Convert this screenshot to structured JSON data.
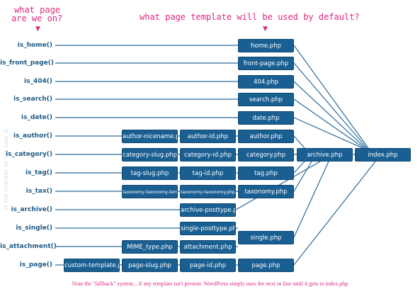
{
  "headers": {
    "left_line1": "what page",
    "left_line2": "are we on?",
    "center": "what page template will be used by default?"
  },
  "side_note": "IF THE CONTENT OF THE PAGE IS...",
  "footer_note": "Note the \"fallback\" system... if any template isn't present. WordPress simply uses the next in line until it gets to index.php",
  "conditions": [
    {
      "id": "home",
      "label": "is_home()"
    },
    {
      "id": "front-page",
      "label": "is_front_page()"
    },
    {
      "id": "404",
      "label": "is_404()"
    },
    {
      "id": "search",
      "label": "is_search()"
    },
    {
      "id": "date",
      "label": "is_date()"
    },
    {
      "id": "author",
      "label": "is_author()"
    },
    {
      "id": "category",
      "label": "is_category()"
    },
    {
      "id": "tag",
      "label": "is_tag()"
    },
    {
      "id": "tax",
      "label": "is_tax()"
    },
    {
      "id": "archive",
      "label": "is_archive()"
    },
    {
      "id": "single",
      "label": "is_single()"
    },
    {
      "id": "attachment",
      "label": "is_attachment()"
    },
    {
      "id": "page",
      "label": "is_page()"
    }
  ],
  "templates": [
    {
      "id": "home-php",
      "label": "home.php"
    },
    {
      "id": "front-page-php",
      "label": "front-page.php"
    },
    {
      "id": "404-php",
      "label": "404.php"
    },
    {
      "id": "search-php",
      "label": "search.php"
    },
    {
      "id": "date-php",
      "label": "date.php"
    },
    {
      "id": "author-nicename-php",
      "label": "author-nicename.php"
    },
    {
      "id": "author-id-php",
      "label": "author-id.php"
    },
    {
      "id": "author-php",
      "label": "author.php"
    },
    {
      "id": "category-slug-php",
      "label": "category-slug.php"
    },
    {
      "id": "category-id-php",
      "label": "category-id.php"
    },
    {
      "id": "category-php",
      "label": "category.php"
    },
    {
      "id": "tag-slug-php",
      "label": "tag-slug.php"
    },
    {
      "id": "tag-id-php",
      "label": "tag-id.php"
    },
    {
      "id": "tag-php",
      "label": "tag.php"
    },
    {
      "id": "taxonomy-taxonomy-term-php",
      "label": "taxonomy-taxonomy-term.php"
    },
    {
      "id": "taxonomy-taxonomy-php",
      "label": "taxonomy-taxonomy.php"
    },
    {
      "id": "taxonomy-php",
      "label": "taxonomy.php"
    },
    {
      "id": "archive-posttype-php",
      "label": "archive-posttype.php"
    },
    {
      "id": "single-posttype-php",
      "label": "single-posttype.php"
    },
    {
      "id": "mime-type-php",
      "label": "MIME_type.php"
    },
    {
      "id": "attachment-php",
      "label": "attachment.php"
    },
    {
      "id": "single-php",
      "label": "single.php"
    },
    {
      "id": "custom-template-php",
      "label": "custom-template.php"
    },
    {
      "id": "page-slug-php",
      "label": "page-slug.php"
    },
    {
      "id": "page-id-php",
      "label": "page-id.php"
    },
    {
      "id": "page-php",
      "label": "page.php"
    },
    {
      "id": "archive-php",
      "label": "archive.php"
    },
    {
      "id": "index-php",
      "label": "index.php"
    }
  ],
  "colors": {
    "accent_pink": "#e0287f",
    "box_fill": "#1a5f92",
    "condition_text": "#1f5a85",
    "wire": "#2a6a98"
  }
}
